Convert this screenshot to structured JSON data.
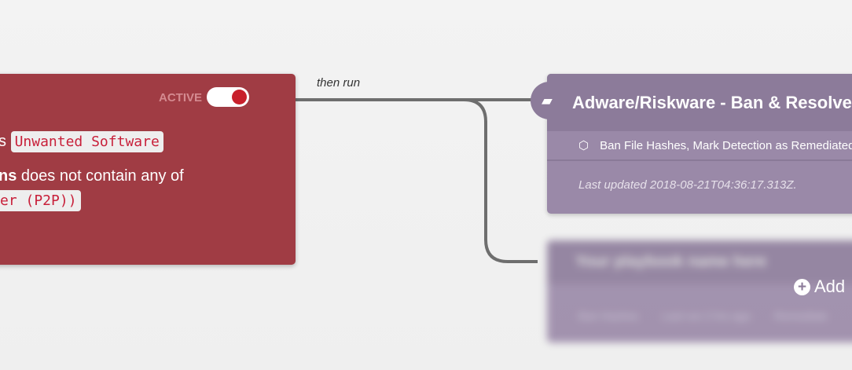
{
  "rule": {
    "active_label": "ACTIVE",
    "active": true,
    "line1_prefix": "s",
    "line1_chip": "Unwanted Software",
    "line2_bold": "ns",
    "line2_text": " does not contain any of",
    "line3_chip": "er (P2P))"
  },
  "connector_label": "then run",
  "playbook": {
    "title": "Adware/Riskware - Ban & Resolve",
    "actions": "Ban File Hashes, Mark Detection as Remediated",
    "last_updated": "Last updated 2018-08-21T04:36:17.313Z."
  },
  "placeholder": {
    "title": "Your playbook name here",
    "footer": [
      "Ban Hashes",
      "Last run 2 hrs ago",
      "Remediate"
    ]
  },
  "add_label": "Add"
}
